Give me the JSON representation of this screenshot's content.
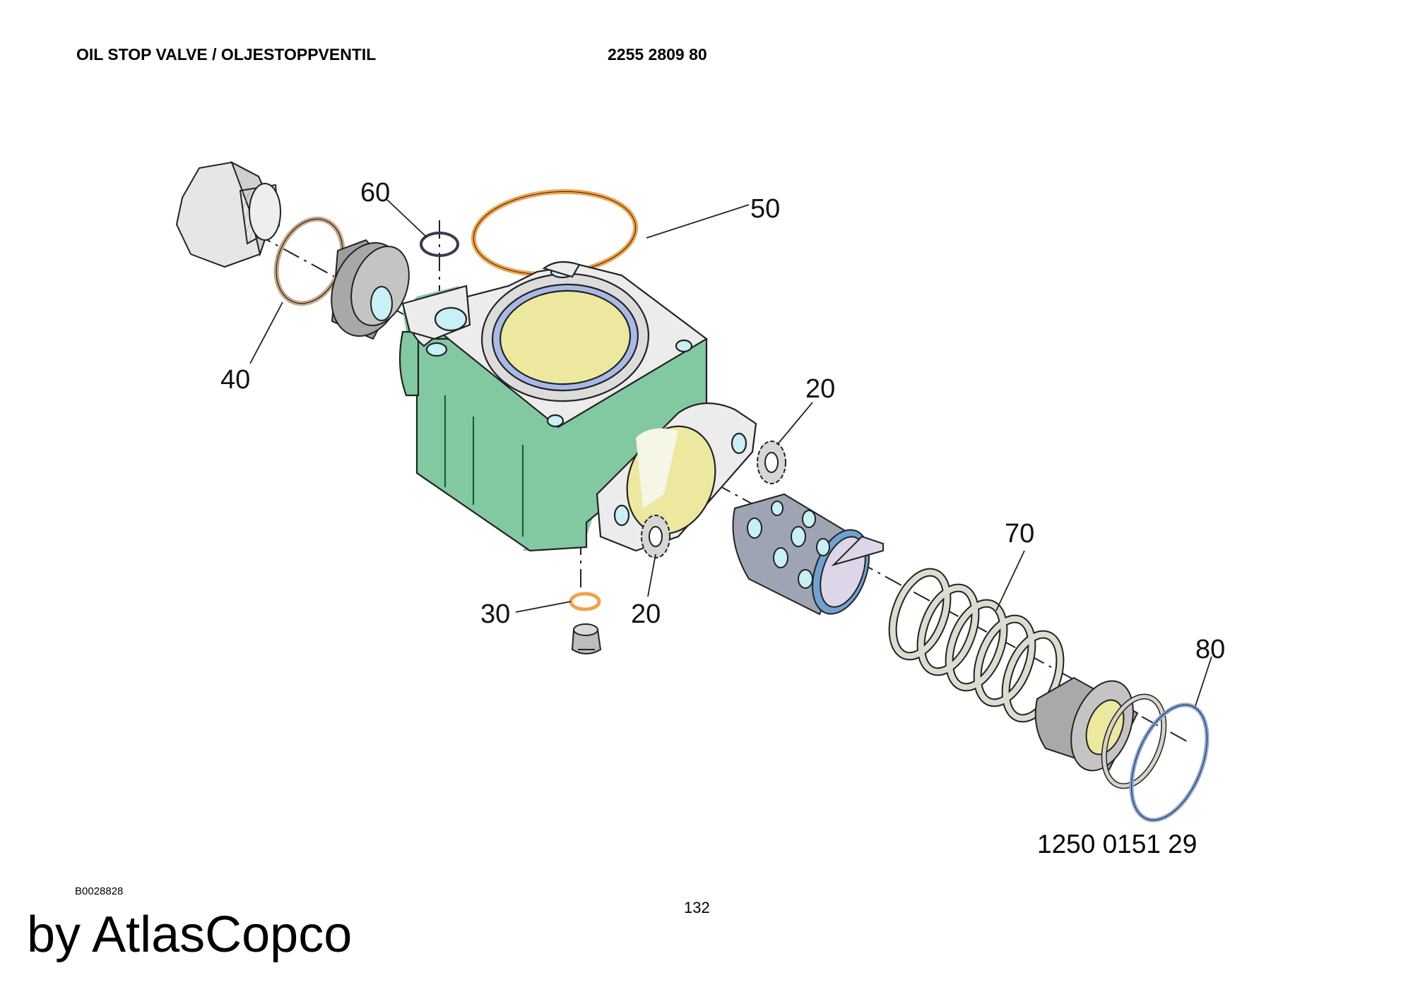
{
  "header": {
    "title": "OIL STOP VALVE / OLJESTOPPVENTIL",
    "part_number": "2255 2809 80"
  },
  "callouts": {
    "c60": "60",
    "c50": "50",
    "c40": "40",
    "c20a": "20",
    "c20b": "20",
    "c70": "70",
    "c30": "30",
    "c80": "80"
  },
  "kit_number": "1250 0151 29",
  "drawing_ref": "B0028828",
  "page_number": "132",
  "brand": "by AtlasCopco",
  "colors": {
    "housing": "#82c8a0",
    "face": "#ececec",
    "yellow_window": "#ece8a0",
    "blue_ring": "#a9b9e6",
    "orange_ring": "#f2a24a",
    "cyan_hole": "#c8f0f6",
    "grey_part": "#b7b7b7",
    "spring": "#dcdcd0"
  }
}
